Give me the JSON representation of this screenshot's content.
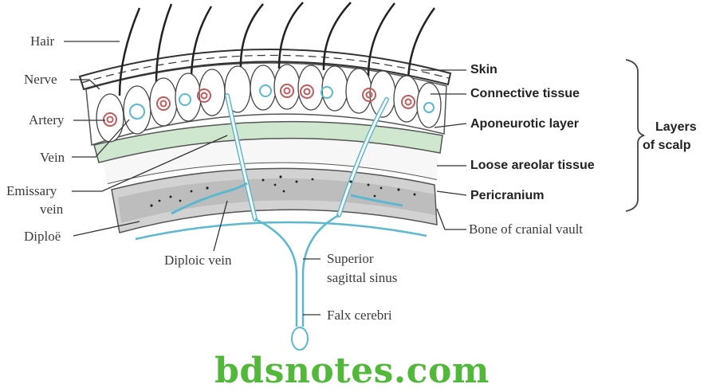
{
  "labels_left": {
    "hair": "Hair",
    "nerve": "Nerve",
    "artery": "Artery",
    "vein": "Vein",
    "emissary_vein_line1": "Emissary",
    "emissary_vein_line2": "vein",
    "diploe": "Diploë",
    "diploic_vein": "Diploic vein"
  },
  "labels_right": {
    "skin": "Skin",
    "connective_tissue": "Connective tissue",
    "aponeurotic_layer": "Aponeurotic layer",
    "loose_areolar_tissue": "Loose areolar tissue",
    "pericranium": "Pericranium",
    "bone_of_cranial_vault": "Bone of cranial vault",
    "layers_of_scalp_line1": "Layers",
    "layers_of_scalp_line2": "of scalp"
  },
  "labels_bottom": {
    "superior_sagittal_sinus_line1": "Superior",
    "superior_sagittal_sinus_line2": "sagittal sinus",
    "falx_cerebri": "Falx cerebri"
  },
  "watermark": "bdsnotes.com",
  "colors": {
    "vessel_blue": "#5bb8d0",
    "artery_red": "#c25a5a",
    "aponeurosis_green": "#cfe6cf",
    "bone_gray": "#c9c9c9",
    "watermark_green": "#52b83a"
  }
}
